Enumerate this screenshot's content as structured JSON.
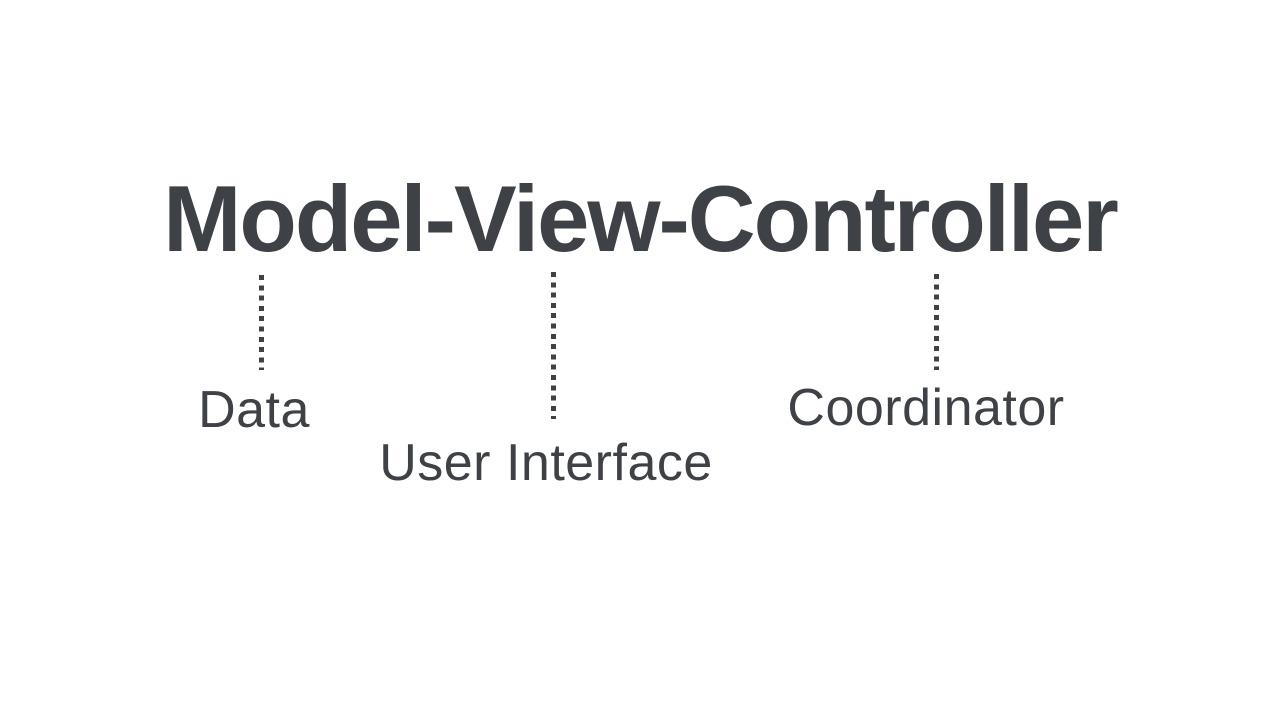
{
  "page": {
    "background_color": "#ffffff",
    "text_color": "#3e4146"
  },
  "title": "Model-View-Controller",
  "annotations": [
    {
      "term": "Model",
      "label": "Data"
    },
    {
      "term": "View",
      "label": "User Interface"
    },
    {
      "term": "Controller",
      "label": "Coordinator"
    }
  ]
}
